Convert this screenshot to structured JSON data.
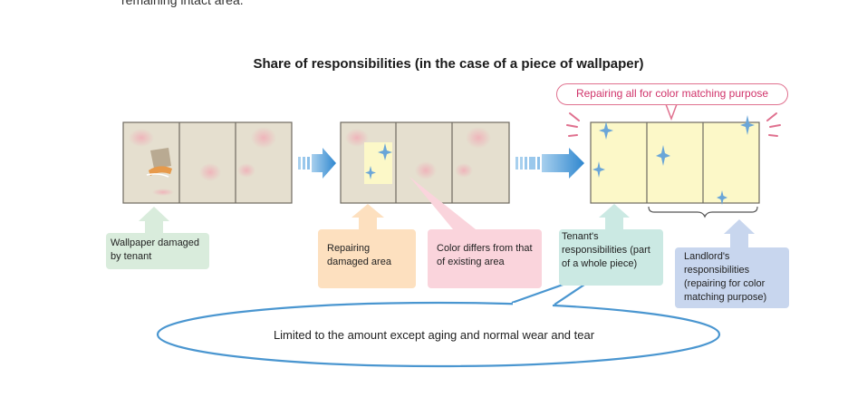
{
  "page": {
    "top_fragment": "remaining intact area."
  },
  "diagram": {
    "title": "Share of responsibilities (in the case of a piece of wallpaper)",
    "callout_top": "Repairing all for color matching purpose",
    "labels": {
      "wallpaper_damaged": "Wallpaper damaged by tenant",
      "repairing_damaged": "Repairing damaged area",
      "color_differs": "Color differs from that of existing area",
      "tenant_resp": "Tenant's responsibilities (part of a whole piece)",
      "landlord_resp": "Landlord's responsibilities (repairing for color matching purpose)"
    },
    "ellipse_note": "Limited to the amount except aging and normal wear and tear",
    "colors": {
      "wall_old": "#e5dfcf",
      "wall_new": "#fcf8c8",
      "arrow_blue": "#3f95d6",
      "ellipse_blue": "#4a96d0",
      "accent_pink": "#e0718f"
    }
  }
}
